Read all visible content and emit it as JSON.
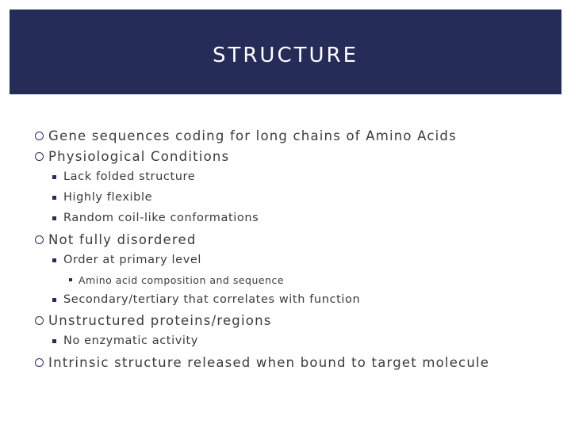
{
  "slide": {
    "title": "STRUCTURE",
    "colors": {
      "header_bg": "#262c58",
      "title_text": "#ffffff",
      "body_text": "#3b3b3b",
      "bullet": "#262c58"
    },
    "bullets": [
      {
        "text": "Gene sequences coding for long chains of Amino Acids"
      },
      {
        "text": "Physiological Conditions",
        "children": [
          {
            "text": "Lack folded structure"
          },
          {
            "text": "Highly flexible"
          },
          {
            "text": "Random coil-like conformations"
          }
        ]
      },
      {
        "text": "Not fully disordered",
        "children": [
          {
            "text": "Order at primary level",
            "children": [
              {
                "text": "Amino acid composition and sequence"
              }
            ]
          },
          {
            "text": "Secondary/tertiary that correlates with function"
          }
        ]
      },
      {
        "text": "Unstructured proteins/regions",
        "children": [
          {
            "text": "No enzymatic activity"
          }
        ]
      },
      {
        "text": "Intrinsic structure released when bound to target molecule"
      }
    ]
  }
}
